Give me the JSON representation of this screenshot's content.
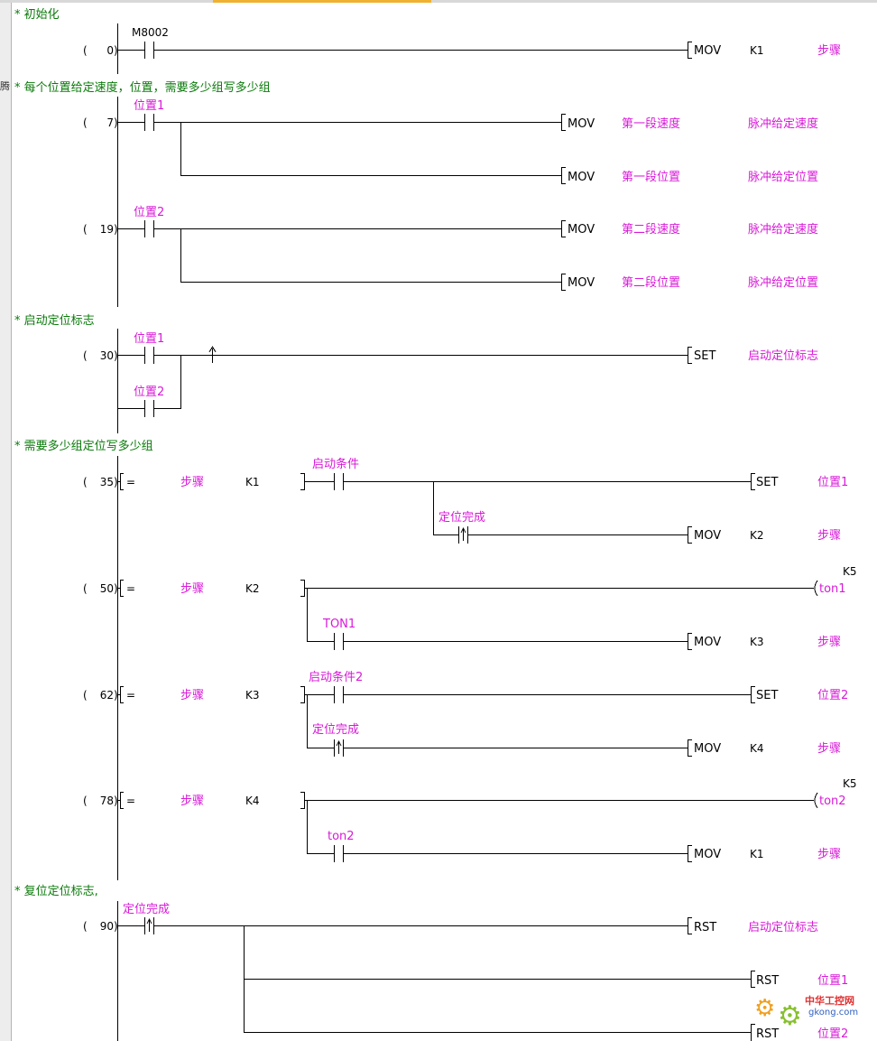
{
  "window": {
    "left_panel_glyph": "腾"
  },
  "blocks": [
    {
      "comment": "* 初始化",
      "rungs": [
        {
          "step": "0",
          "contact": "M8002",
          "output": {
            "instr": "MOV",
            "a": "K1",
            "b": "步骤"
          }
        }
      ]
    },
    {
      "comment": "* 每个位置给定速度，位置，需要多少组写多少组",
      "rungs": [
        {
          "step": "7",
          "contact": "位置1",
          "outputs": [
            {
              "instr": "MOV",
              "a": "第一段速度",
              "b": "脉冲给定速度"
            },
            {
              "instr": "MOV",
              "a": "第一段位置",
              "b": "脉冲给定位置"
            }
          ]
        },
        {
          "step": "19",
          "contact": "位置2",
          "outputs": [
            {
              "instr": "MOV",
              "a": "第二段速度",
              "b": "脉冲给定速度"
            },
            {
              "instr": "MOV",
              "a": "第二段位置",
              "b": "脉冲给定位置"
            }
          ]
        }
      ]
    },
    {
      "comment": "* 启动定位标志",
      "rungs": [
        {
          "step": "30",
          "contacts": [
            "位置1",
            "位置2"
          ],
          "output": {
            "instr": "SET",
            "a": "启动定位标志"
          }
        }
      ]
    },
    {
      "comment": "* 需要多少组定位写多少组",
      "rungs": [
        {
          "step": "35",
          "compare": {
            "op": "=",
            "a": "步骤",
            "b": "K1"
          },
          "contacts": [
            "启动条件",
            "定位完成"
          ],
          "outputs": [
            {
              "instr": "SET",
              "a": "位置1"
            },
            {
              "instr": "MOV",
              "a": "K2",
              "b": "步骤"
            }
          ]
        },
        {
          "step": "50",
          "compare": {
            "op": "=",
            "a": "步骤",
            "b": "K2"
          },
          "contacts": [
            "TON1"
          ],
          "timer": {
            "name": "ton1",
            "preset": "K5"
          },
          "outputs": [
            {
              "instr": "MOV",
              "a": "K3",
              "b": "步骤"
            }
          ]
        },
        {
          "step": "62",
          "compare": {
            "op": "=",
            "a": "步骤",
            "b": "K3"
          },
          "contacts": [
            "启动条件2",
            "定位完成"
          ],
          "outputs": [
            {
              "instr": "SET",
              "a": "位置2"
            },
            {
              "instr": "MOV",
              "a": "K4",
              "b": "步骤"
            }
          ]
        },
        {
          "step": "78",
          "compare": {
            "op": "=",
            "a": "步骤",
            "b": "K4"
          },
          "contacts": [
            "ton2"
          ],
          "timer": {
            "name": "ton2",
            "preset": "K5"
          },
          "outputs": [
            {
              "instr": "MOV",
              "a": "K1",
              "b": "步骤"
            }
          ]
        }
      ]
    },
    {
      "comment": "* 复位定位标志,",
      "rungs": [
        {
          "step": "90",
          "contact": "定位完成",
          "outputs": [
            {
              "instr": "RST",
              "a": "启动定位标志"
            },
            {
              "instr": "RST",
              "a": "位置1"
            },
            {
              "instr": "RST",
              "a": "位置2"
            }
          ]
        }
      ]
    }
  ],
  "watermark": {
    "title": "中华工控网",
    "url": "gkong.com"
  }
}
